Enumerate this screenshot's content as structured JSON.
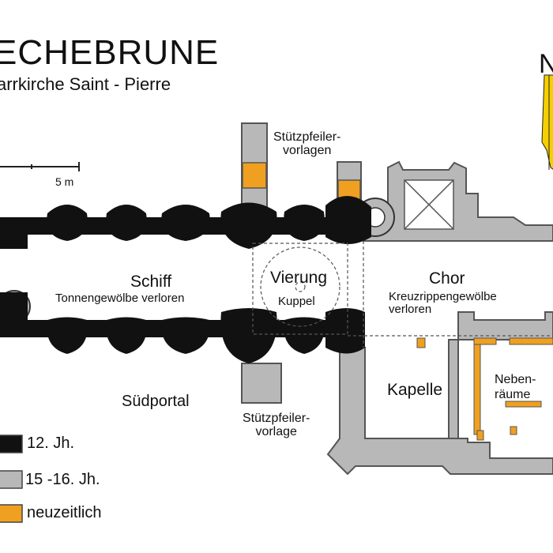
{
  "title": "ECHEBRUNE",
  "subtitle": "arrkirche Saint - Pierre",
  "north": "N",
  "scale": "5 m",
  "labels": {
    "stuetz_top": "Stützpfeiler-\nvorlagen",
    "stuetz_bottom": "Stützpfeiler-\nvorlage",
    "schiff": "Schiff",
    "schiff_sub": "Tonnengewölbe verloren",
    "vierung": "Vierung",
    "kuppel": "Kuppel",
    "chor": "Chor",
    "chor_sub": "Kreuzrippengewölbe\nverloren",
    "kapelle": "Kapelle",
    "nebenraeume": "Neben-\nräume",
    "suedportal": "Südportal"
  },
  "legend": [
    {
      "label": "12. Jh.",
      "color": "#111111"
    },
    {
      "label": "15 -16. Jh.",
      "color": "#b8b8b8"
    },
    {
      "label": "neuzeitlich",
      "color": "#f0a020"
    }
  ],
  "colors": {
    "romanesque": "#111111",
    "gothic": "#b8b8b8",
    "modern": "#f0a020",
    "arrow": "#f5d000"
  }
}
